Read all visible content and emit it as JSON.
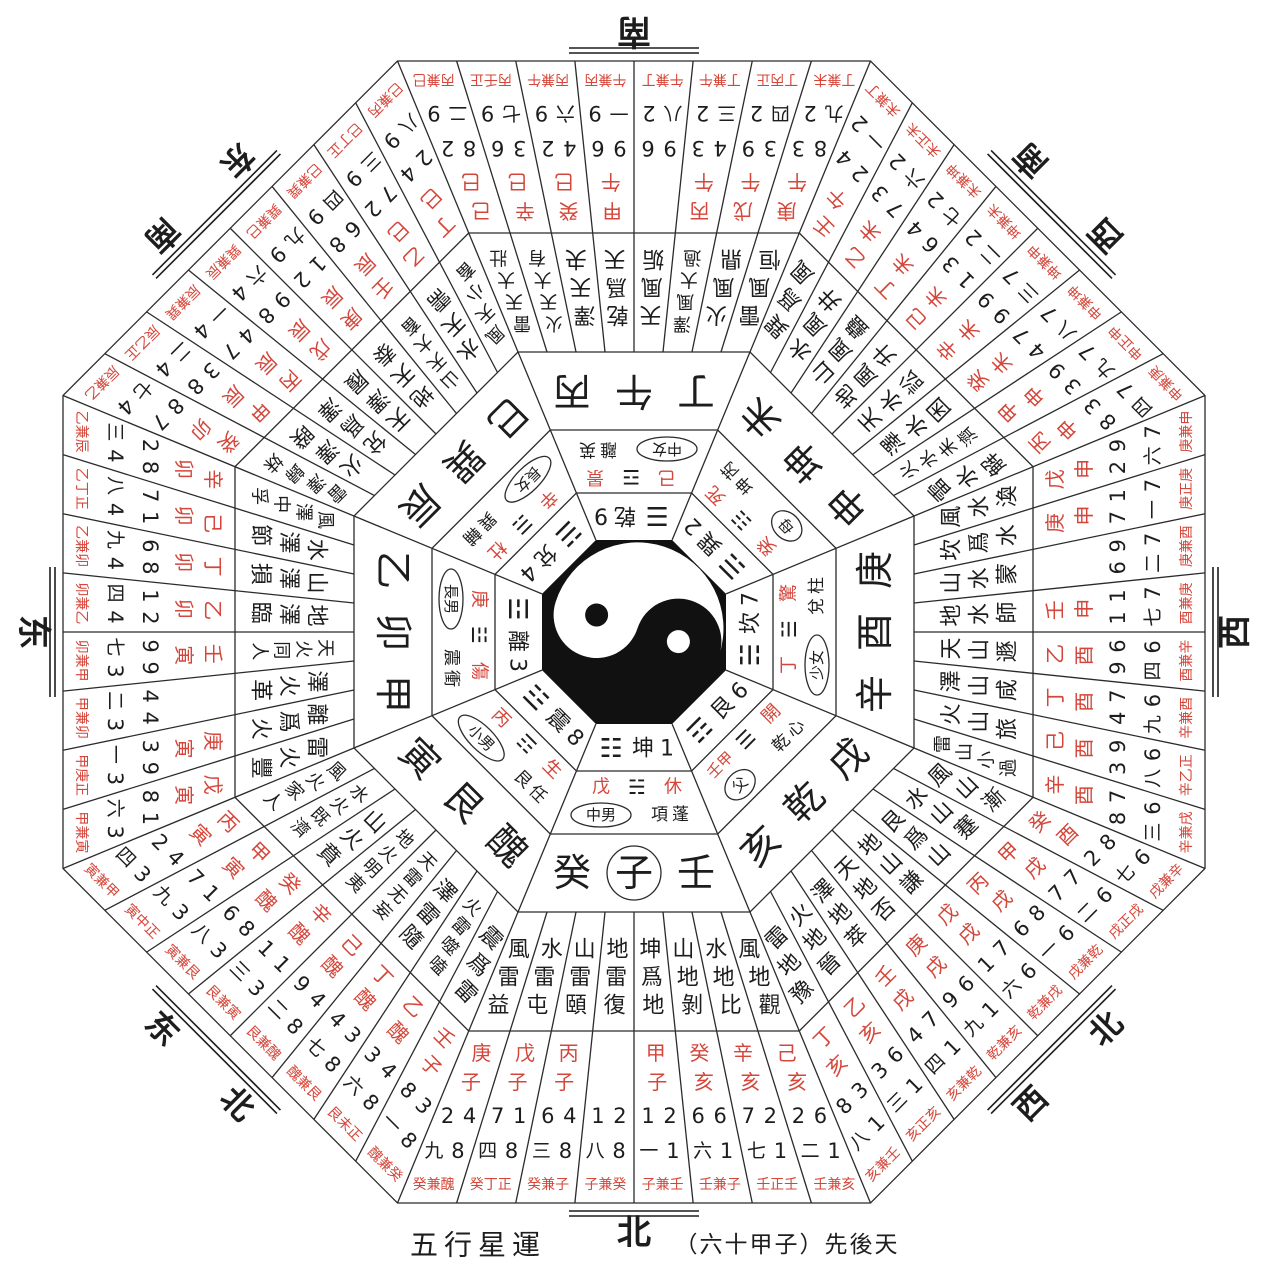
{
  "caption": {
    "left": "五行星運",
    "right": "（六十甲子）先後天"
  },
  "center_symbol": "yin-yang",
  "colors": {
    "red_text": "#d5463a",
    "black_fill": "#111111",
    "line": "#2b2b2b"
  },
  "sectors": [
    {
      "key": "north",
      "direction": "北",
      "label": [
        "北"
      ],
      "trigram": {
        "symbol": "☷",
        "name": "坤",
        "number": "1"
      },
      "door": {
        "stem": "戊",
        "symbol": "☵",
        "door": "休",
        "family": "中男",
        "star": "項蓬"
      },
      "mountains": [
        "癸",
        "子",
        "壬"
      ],
      "circled": 1,
      "hexagrams": [
        "風雷益",
        "水雷屯",
        "山雷頤",
        "地雷復",
        "坤爲地",
        "山地剝",
        "水地比",
        "風地觀"
      ],
      "columns": [
        {
          "ganzhi": "庚子",
          "nums": [
            "2",
            "4"
          ],
          "yun": [
            "九",
            "8"
          ],
          "fenjin": "癸兼醜"
        },
        {
          "ganzhi": "戊子",
          "nums": [
            "7",
            "1"
          ],
          "yun": [
            "四",
            "8"
          ],
          "fenjin": "癸丁正"
        },
        {
          "ganzhi": "丙子",
          "nums": [
            "6",
            "4"
          ],
          "yun": [
            "三",
            "8"
          ],
          "fenjin": "癸兼子"
        },
        {
          "ganzhi": "",
          "nums": [
            "1",
            "2"
          ],
          "yun": [
            "八",
            "8"
          ],
          "fenjin": "子兼癸"
        },
        {
          "ganzhi": "甲子",
          "nums": [
            "1",
            "2"
          ],
          "yun": [
            "一",
            "1"
          ],
          "fenjin": "子兼壬"
        },
        {
          "ganzhi": "癸亥",
          "nums": [
            "6",
            "6"
          ],
          "yun": [
            "六",
            "1"
          ],
          "fenjin": "壬兼子"
        },
        {
          "ganzhi": "辛亥",
          "nums": [
            "7",
            "2"
          ],
          "yun": [
            "七",
            "1"
          ],
          "fenjin": "壬正壬"
        },
        {
          "ganzhi": "己亥",
          "nums": [
            "2",
            "6"
          ],
          "yun": [
            "二",
            "1"
          ],
          "fenjin": "壬兼亥"
        }
      ]
    },
    {
      "key": "northeast",
      "direction": "東北",
      "label": [
        "东",
        "北"
      ],
      "trigram": {
        "symbol": "☳",
        "name": "震",
        "number": "8"
      },
      "door": {
        "stem": "丙",
        "symbol": "☶",
        "door": "生",
        "family": "小男",
        "star": "艮任"
      },
      "mountains": [
        "寅",
        "艮",
        "醜"
      ],
      "circled": null,
      "hexagrams": [
        "風火家人",
        "水火既濟",
        "山火賁",
        "地火明夷",
        "天雷无妄",
        "澤雷隨",
        "火雷噬嗑",
        "震爲雷"
      ],
      "columns": [
        {
          "ganzhi": "丙寅",
          "nums": [
            "2",
            "4"
          ],
          "yun": [
            "四",
            "3"
          ],
          "fenjin": "寅兼甲"
        },
        {
          "ganzhi": "甲寅",
          "nums": [
            "7",
            "1"
          ],
          "yun": [
            "九",
            "3"
          ],
          "fenjin": "寅中正"
        },
        {
          "ganzhi": "癸醜",
          "nums": [
            "6",
            "8"
          ],
          "yun": [
            "八",
            "3"
          ],
          "fenjin": "寅兼艮"
        },
        {
          "ganzhi": "辛醜",
          "nums": [
            "1",
            "1"
          ],
          "yun": [
            "三",
            "3"
          ],
          "fenjin": "艮兼寅"
        },
        {
          "ganzhi": "己醜",
          "nums": [
            "9",
            "4"
          ],
          "yun": [
            "二",
            "8"
          ],
          "fenjin": "艮兼醜"
        },
        {
          "ganzhi": "丁醜",
          "nums": [
            "4",
            "3"
          ],
          "yun": [
            "七",
            "8"
          ],
          "fenjin": "醜兼艮"
        },
        {
          "ganzhi": "乙醜",
          "nums": [
            "3",
            "4"
          ],
          "yun": [
            "六",
            "8"
          ],
          "fenjin": "艮未正"
        },
        {
          "ganzhi": "壬子",
          "nums": [
            "8",
            "3"
          ],
          "yun": [
            "一",
            "8"
          ],
          "fenjin": "醜兼癸"
        }
      ]
    },
    {
      "key": "east",
      "direction": "東",
      "label": [
        "东"
      ],
      "trigram": {
        "symbol": "☲",
        "name": "離",
        "number": "3"
      },
      "door": {
        "stem": "庚",
        "symbol": "☳",
        "door": "傷",
        "family": "長男",
        "star": "震衝"
      },
      "mountains": [
        "乙",
        "卯",
        "甲"
      ],
      "circled": null,
      "hexagrams": [
        "風澤中孚",
        "水澤節",
        "山澤損",
        "地澤臨",
        "天火同人",
        "澤火革",
        "離爲火",
        "雷火豐"
      ],
      "columns": [
        {
          "ganzhi": "辛卯",
          "nums": [
            "2",
            "8"
          ],
          "yun": [
            "三",
            "4"
          ],
          "fenjin": "乙兼辰"
        },
        {
          "ganzhi": "己卯",
          "nums": [
            "7",
            "1"
          ],
          "yun": [
            "八",
            "4"
          ],
          "fenjin": "乙丁正"
        },
        {
          "ganzhi": "丁卯",
          "nums": [
            "6",
            "8"
          ],
          "yun": [
            "九",
            "4"
          ],
          "fenjin": "乙兼卯"
        },
        {
          "ganzhi": "乙卯",
          "nums": [
            "1",
            "2"
          ],
          "yun": [
            "四",
            "4"
          ],
          "fenjin": "卯兼乙"
        },
        {
          "ganzhi": "壬寅",
          "nums": [
            "9",
            "9"
          ],
          "yun": [
            "七",
            "3"
          ],
          "fenjin": "卯兼甲"
        },
        {
          "ganzhi": "",
          "nums": [
            "4",
            "4"
          ],
          "yun": [
            "二",
            "3"
          ],
          "fenjin": "甲兼卯"
        },
        {
          "ganzhi": "庚寅",
          "nums": [
            "3",
            "9"
          ],
          "yun": [
            "一",
            "3"
          ],
          "fenjin": "甲庚正"
        },
        {
          "ganzhi": "戊寅",
          "nums": [
            "8",
            "1"
          ],
          "yun": [
            "六",
            "3"
          ],
          "fenjin": "甲兼寅"
        }
      ]
    },
    {
      "key": "southeast",
      "direction": "東南",
      "label": [
        "东",
        "南"
      ],
      "trigram": {
        "symbol": "☱",
        "name": "兌",
        "number": "4"
      },
      "door": {
        "stem": "辛",
        "symbol": "☴",
        "door": "杜",
        "family": "長女",
        "star": "巽輔"
      },
      "mountains": [
        "巳",
        "巽",
        "辰"
      ],
      "circled": null,
      "hexagrams": [
        "風天小畜",
        "水天需",
        "山天大畜",
        "地天泰",
        "天澤履",
        "兌爲澤",
        "火澤睽",
        "雷澤歸妹"
      ],
      "columns": [
        {
          "ganzhi": "丁巳",
          "nums": [
            "2",
            "4"
          ],
          "yun": [
            "八",
            "9"
          ],
          "fenjin": "巳兼丙"
        },
        {
          "ganzhi": "乙巳",
          "nums": [
            "7",
            "2"
          ],
          "yun": [
            "三",
            "9"
          ],
          "fenjin": "巳丁正"
        },
        {
          "ganzhi": "壬辰",
          "nums": [
            "6",
            "8"
          ],
          "yun": [
            "四",
            "9"
          ],
          "fenjin": "巳兼巽"
        },
        {
          "ganzhi": "庚辰",
          "nums": [
            "1",
            "2"
          ],
          "yun": [
            "九",
            "9"
          ],
          "fenjin": "巽兼巳"
        },
        {
          "ganzhi": "戊辰",
          "nums": [
            "9",
            "8"
          ],
          "yun": [
            "六",
            "4"
          ],
          "fenjin": "巽兼辰"
        },
        {
          "ganzhi": "丙辰",
          "nums": [
            "4",
            "7"
          ],
          "yun": [
            "一",
            "4"
          ],
          "fenjin": "辰兼巽"
        },
        {
          "ganzhi": "甲辰",
          "nums": [
            "3",
            "8"
          ],
          "yun": [
            "二",
            "4"
          ],
          "fenjin": "辰乙正"
        },
        {
          "ganzhi": "癸卯",
          "nums": [
            "8",
            "7"
          ],
          "yun": [
            "七",
            "4"
          ],
          "fenjin": "辰兼乙"
        }
      ]
    },
    {
      "key": "south",
      "direction": "南",
      "label": [
        "南"
      ],
      "trigram": {
        "symbol": "☰",
        "name": "乾",
        "number": "9"
      },
      "door": {
        "stem": "己",
        "symbol": "☲",
        "door": "景",
        "family": "中女",
        "star": "離英"
      },
      "mountains": [
        "丁",
        "午",
        "丙"
      ],
      "circled": null,
      "hexagrams": [
        "雷風恒",
        "火風鼎",
        "澤風大過",
        "天風姤",
        "乾爲天",
        "澤天夬",
        "火天大有",
        "雷天大壯"
      ],
      "columns": [
        {
          "ganzhi": "庚午",
          "nums": [
            "8",
            "3"
          ],
          "yun": [
            "九",
            "2"
          ],
          "fenjin": "丁兼未"
        },
        {
          "ganzhi": "戊午",
          "nums": [
            "3",
            "9"
          ],
          "yun": [
            "四",
            "2"
          ],
          "fenjin": "丁丙正"
        },
        {
          "ganzhi": "丙午",
          "nums": [
            "4",
            "3"
          ],
          "yun": [
            "三",
            "2"
          ],
          "fenjin": "丁兼午"
        },
        {
          "ganzhi": "",
          "nums": [
            "9",
            "6"
          ],
          "yun": [
            "八",
            "2"
          ],
          "fenjin": "午兼丁"
        },
        {
          "ganzhi": "甲午",
          "nums": [
            "9",
            "6"
          ],
          "yun": [
            "一",
            "9"
          ],
          "fenjin": "午兼丙"
        },
        {
          "ganzhi": "癸巳",
          "nums": [
            "4",
            "2"
          ],
          "yun": [
            "六",
            "9"
          ],
          "fenjin": "丙兼午"
        },
        {
          "ganzhi": "辛巳",
          "nums": [
            "3",
            "6"
          ],
          "yun": [
            "七",
            "9"
          ],
          "fenjin": "丙壬正"
        },
        {
          "ganzhi": "己巳",
          "nums": [
            "8",
            "2"
          ],
          "yun": [
            "二",
            "9"
          ],
          "fenjin": "丙兼巳"
        }
      ]
    },
    {
      "key": "southwest",
      "direction": "西南",
      "label": [
        "西",
        "南"
      ],
      "trigram": {
        "symbol": "☴",
        "name": "巽",
        "number": "2"
      },
      "door": {
        "stem": "癸",
        "symbol": "☷",
        "door": "死",
        "family": "母",
        "star": "坤芮"
      },
      "mountains": [
        "申",
        "坤",
        "未"
      ],
      "circled": null,
      "hexagrams": [
        "雷水解",
        "火水未濟",
        "澤水困",
        "天水訟",
        "地風升",
        "山風蠱",
        "水風井",
        "巽爲風"
      ],
      "columns": [
        {
          "ganzhi": "丙申",
          "nums": [
            "8",
            "3"
          ],
          "yun": [
            "四",
            "7"
          ],
          "fenjin": "申兼庚"
        },
        {
          "ganzhi": "甲申",
          "nums": [
            "3",
            "9"
          ],
          "yun": [
            "九",
            "7"
          ],
          "fenjin": "申正申"
        },
        {
          "ganzhi": "癸未",
          "nums": [
            "4",
            "7"
          ],
          "yun": [
            "八",
            "7"
          ],
          "fenjin": "申兼坤"
        },
        {
          "ganzhi": "辛未",
          "nums": [
            "9",
            "9"
          ],
          "yun": [
            "三",
            "7"
          ],
          "fenjin": "坤兼申"
        },
        {
          "ganzhi": "己未",
          "nums": [
            "1",
            "3"
          ],
          "yun": [
            "二",
            "2"
          ],
          "fenjin": "坤兼未"
        },
        {
          "ganzhi": "丁未",
          "nums": [
            "6",
            "4"
          ],
          "yun": [
            "七",
            "2"
          ],
          "fenjin": "未兼坤"
        },
        {
          "ganzhi": "乙未",
          "nums": [
            "7",
            "3"
          ],
          "yun": [
            "六",
            "2"
          ],
          "fenjin": "未正未"
        },
        {
          "ganzhi": "壬午",
          "nums": [
            "2",
            "4"
          ],
          "yun": [
            "一",
            "2"
          ],
          "fenjin": "未兼丁"
        }
      ]
    },
    {
      "key": "west",
      "direction": "西",
      "label": [
        "西"
      ],
      "trigram": {
        "symbol": "☵",
        "name": "坎",
        "number": "7"
      },
      "door": {
        "stem": "丁",
        "symbol": "☱",
        "door": "驚",
        "family": "少女",
        "star": "兌柱"
      },
      "mountains": [
        "辛",
        "酉",
        "庚"
      ],
      "circled": null,
      "hexagrams": [
        "雷山小過",
        "火山旅",
        "澤山咸",
        "天山遯",
        "地水師",
        "山水蒙",
        "坎爲水",
        "風水渙"
      ],
      "columns": [
        {
          "ganzhi": "辛酉",
          "nums": [
            "8",
            "7"
          ],
          "yun": [
            "三",
            "6"
          ],
          "fenjin": "辛兼戌"
        },
        {
          "ganzhi": "己酉",
          "nums": [
            "3",
            "9"
          ],
          "yun": [
            "八",
            "6"
          ],
          "fenjin": "辛乙正"
        },
        {
          "ganzhi": "丁酉",
          "nums": [
            "4",
            "7"
          ],
          "yun": [
            "九",
            "6"
          ],
          "fenjin": "辛兼酉"
        },
        {
          "ganzhi": "乙酉",
          "nums": [
            "9",
            "6"
          ],
          "yun": [
            "四",
            "6"
          ],
          "fenjin": "酉兼辛"
        },
        {
          "ganzhi": "壬申",
          "nums": [
            "1",
            "1"
          ],
          "yun": [
            "七",
            "7"
          ],
          "fenjin": "酉兼庚"
        },
        {
          "ganzhi": "",
          "nums": [
            "6",
            "9"
          ],
          "yun": [
            "二",
            "7"
          ],
          "fenjin": "庚兼酉"
        },
        {
          "ganzhi": "庚申",
          "nums": [
            "7",
            "1"
          ],
          "yun": [
            "一",
            "7"
          ],
          "fenjin": "庚正庚"
        },
        {
          "ganzhi": "戊申",
          "nums": [
            "2",
            "9"
          ],
          "yun": [
            "六",
            "7"
          ],
          "fenjin": "庚兼申"
        }
      ]
    },
    {
      "key": "northwest",
      "direction": "西北",
      "label": [
        "西",
        "北"
      ],
      "trigram": {
        "symbol": "☶",
        "name": "艮",
        "number": "6"
      },
      "door": {
        "stem": "壬甲",
        "symbol": "☰",
        "door": "開",
        "family": "父",
        "star": "乾心"
      },
      "mountains": [
        "亥",
        "乾",
        "戌"
      ],
      "circled": null,
      "hexagrams": [
        "雷地豫",
        "火地晉",
        "澤地萃",
        "天地否",
        "地山謙",
        "艮爲山",
        "水山蹇",
        "風山漸"
      ],
      "columns": [
        {
          "ganzhi": "丁亥",
          "nums": [
            "8",
            "3"
          ],
          "yun": [
            "八",
            "1"
          ],
          "fenjin": "亥兼壬"
        },
        {
          "ganzhi": "乙亥",
          "nums": [
            "3",
            "6"
          ],
          "yun": [
            "三",
            "1"
          ],
          "fenjin": "亥正亥"
        },
        {
          "ganzhi": "壬戌",
          "nums": [
            "4",
            "7"
          ],
          "yun": [
            "四",
            "1"
          ],
          "fenjin": "亥兼乾"
        },
        {
          "ganzhi": "庚戌",
          "nums": [
            "9",
            "6"
          ],
          "yun": [
            "九",
            "1"
          ],
          "fenjin": "乾兼亥"
        },
        {
          "ganzhi": "戊戌",
          "nums": [
            "1",
            "7"
          ],
          "yun": [
            "六",
            "6"
          ],
          "fenjin": "乾兼戌"
        },
        {
          "ganzhi": "丙戌",
          "nums": [
            "6",
            "8"
          ],
          "yun": [
            "一",
            "6"
          ],
          "fenjin": "戌兼乾"
        },
        {
          "ganzhi": "甲戌",
          "nums": [
            "7",
            "7"
          ],
          "yun": [
            "二",
            "6"
          ],
          "fenjin": "戌正戌"
        },
        {
          "ganzhi": "癸酉",
          "nums": [
            "2",
            "8"
          ],
          "yun": [
            "七",
            "6"
          ],
          "fenjin": "戌兼辛"
        }
      ]
    }
  ]
}
